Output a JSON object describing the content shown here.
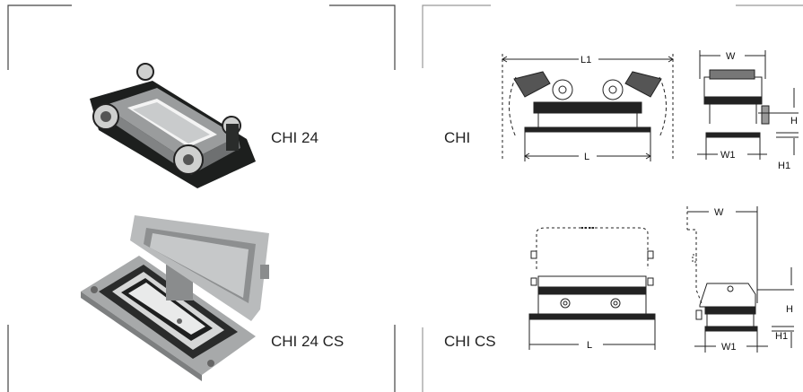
{
  "left_panel": {
    "products": [
      {
        "name": "CHI 24"
      },
      {
        "name": "CHI 24 CS"
      }
    ]
  },
  "right_panel": {
    "drawings": [
      {
        "name": "CHI",
        "front_dims": {
          "overall_length": "L1",
          "base_length": "L"
        },
        "side_dims": {
          "width": "W",
          "base_width": "W1",
          "height": "H",
          "base_height": "H1"
        }
      },
      {
        "name": "CHI CS",
        "front_dims": {
          "base_length": "L"
        },
        "side_dims": {
          "width": "W",
          "base_width": "W1",
          "height": "H",
          "base_height": "H1"
        }
      }
    ]
  }
}
